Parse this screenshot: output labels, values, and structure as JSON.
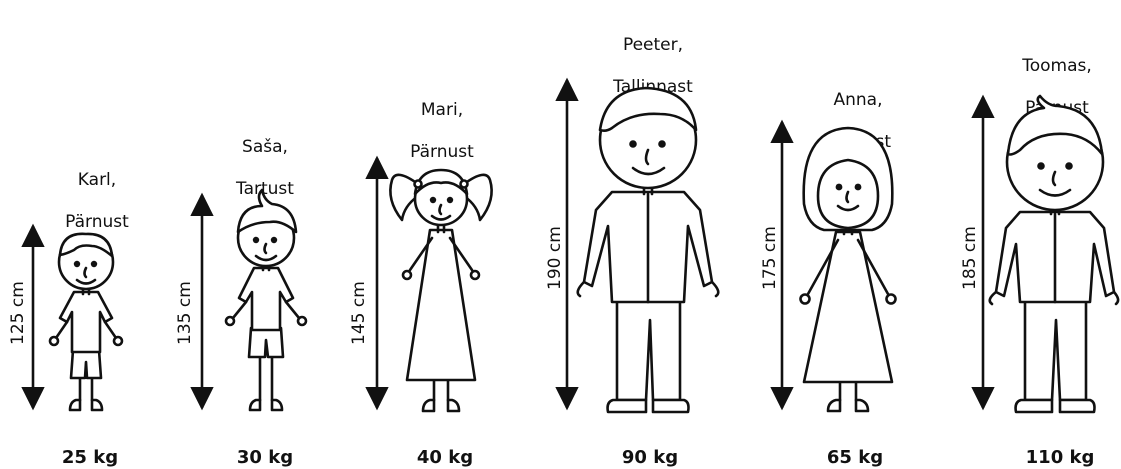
{
  "people": [
    {
      "name_line1": "Karl,",
      "name_line2": "Pärnust",
      "height": "125 cm",
      "weight": "25 kg"
    },
    {
      "name_line1": "Saša,",
      "name_line2": "Tartust",
      "height": "135 cm",
      "weight": "30 kg"
    },
    {
      "name_line1": "Mari,",
      "name_line2": "Pärnust",
      "height": "145 cm",
      "weight": "40 kg"
    },
    {
      "name_line1": "Peeter,",
      "name_line2": "Tallinnast",
      "height": "190 cm",
      "weight": "90 kg"
    },
    {
      "name_line1": "Anna,",
      "name_line2": "Narvast",
      "height": "175 cm",
      "weight": "65 kg"
    },
    {
      "name_line1": "Toomas,",
      "name_line2": "Pärnust",
      "height": "185 cm",
      "weight": "110 kg"
    }
  ]
}
